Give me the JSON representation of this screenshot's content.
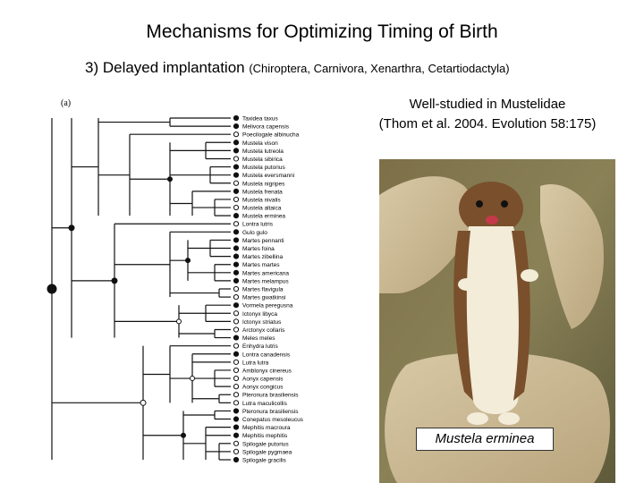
{
  "slide": {
    "title": "Mechanisms for Optimizing Timing of Birth",
    "subtitle_main": "3) Delayed implantation",
    "subtitle_groups": "(Chiroptera, Carnivora, Xenarthra, Cetartiodactyla)",
    "note_line1": "Well-studied in Mustelidae",
    "note_line2": "(Thom et al. 2004. Evolution 58:175)"
  },
  "figure": {
    "panel_label": "(a)",
    "species": [
      {
        "name": "Taxidea taxus",
        "delayed": true
      },
      {
        "name": "Melivora capensis",
        "delayed": true
      },
      {
        "name": "Poecilogale albinucha",
        "delayed": false
      },
      {
        "name": "Mustela vison",
        "delayed": true
      },
      {
        "name": "Mustela lutreola",
        "delayed": true
      },
      {
        "name": "Mustela sibirica",
        "delayed": false
      },
      {
        "name": "Mustela putorius",
        "delayed": true
      },
      {
        "name": "Mustela eversmanni",
        "delayed": true
      },
      {
        "name": "Mustela nigripes",
        "delayed": false
      },
      {
        "name": "Mustela frenata",
        "delayed": true
      },
      {
        "name": "Mustela nivalis",
        "delayed": false
      },
      {
        "name": "Mustela altaica",
        "delayed": false
      },
      {
        "name": "Mustela erminea",
        "delayed": true
      },
      {
        "name": "Lontra lutris",
        "delayed": false
      },
      {
        "name": "Gulo gulo",
        "delayed": true
      },
      {
        "name": "Martes pennanti",
        "delayed": true
      },
      {
        "name": "Martes foina",
        "delayed": true
      },
      {
        "name": "Martes zibellina",
        "delayed": true
      },
      {
        "name": "Martes martes",
        "delayed": true
      },
      {
        "name": "Martes americana",
        "delayed": true
      },
      {
        "name": "Martes melampus",
        "delayed": true
      },
      {
        "name": "Martes flavigula",
        "delayed": false
      },
      {
        "name": "Martes gwatkinsi",
        "delayed": false
      },
      {
        "name": "Vormela peregusna",
        "delayed": true
      },
      {
        "name": "Ictonyx libyca",
        "delayed": false
      },
      {
        "name": "Ictonyx striatus",
        "delayed": false
      },
      {
        "name": "Arctonyx collaris",
        "delayed": false
      },
      {
        "name": "Meles meles",
        "delayed": true
      },
      {
        "name": "Enhydra lutris",
        "delayed": false
      },
      {
        "name": "Lontra canadensis",
        "delayed": true
      },
      {
        "name": "Lutra lutra",
        "delayed": false
      },
      {
        "name": "Amblonyx cinereus",
        "delayed": false
      },
      {
        "name": "Aonyx capensis",
        "delayed": false
      },
      {
        "name": "Aonyx congicus",
        "delayed": false
      },
      {
        "name": "Pteronura brasiliensis",
        "delayed": false
      },
      {
        "name": "Lutra maculicollis",
        "delayed": false
      },
      {
        "name": "Pteronura brasiliensis",
        "delayed": true
      },
      {
        "name": "Conepatus mesoleucus",
        "delayed": true
      },
      {
        "name": "Mephitis macroura",
        "delayed": true
      },
      {
        "name": "Mephitis mephitis",
        "delayed": true
      },
      {
        "name": "Spilogale putorius",
        "delayed": false
      },
      {
        "name": "Spilogale pygmaea",
        "delayed": false
      },
      {
        "name": "Spilogale gracilis",
        "delayed": true
      }
    ]
  },
  "photo": {
    "caption": "Mustela erminea"
  }
}
